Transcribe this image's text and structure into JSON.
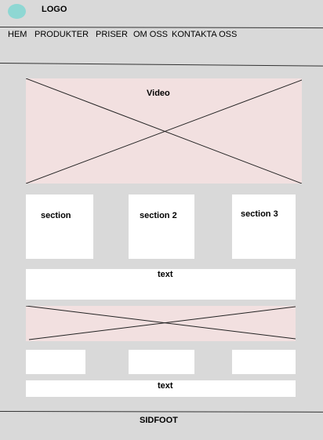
{
  "header": {
    "logo": "LOGO"
  },
  "nav": {
    "items": [
      "HEM",
      "PRODUKTER",
      "PRISER",
      "OM OSS",
      "KONTAKTA OSS"
    ]
  },
  "main": {
    "video_label": "Video",
    "sections": [
      "section",
      "section 2",
      "section 3"
    ],
    "text_1": "text",
    "text_2": "text"
  },
  "footer": {
    "label": "SIDFOOT"
  },
  "colors": {
    "background": "#d9d9d9",
    "placeholder": "#f2e0e0",
    "logo_circle": "#8ed7d3",
    "box": "#ffffff"
  }
}
